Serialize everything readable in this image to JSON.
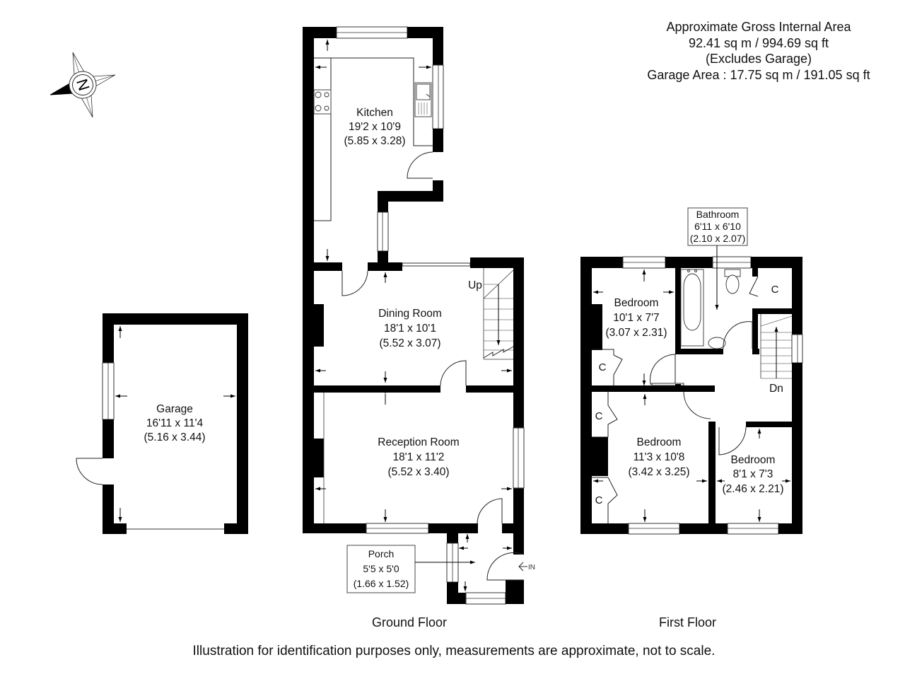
{
  "area_summary": {
    "line1": "Approximate Gross Internal Area",
    "line2": "92.41 sq m / 994.69 sq ft",
    "line3": "(Excludes Garage)",
    "line4": "Garage Area : 17.75 sq m / 191.05 sq ft"
  },
  "compass": {
    "icon": "compass-rose-icon",
    "letter": "N"
  },
  "ground_floor": {
    "label": "Ground Floor",
    "rooms": {
      "kitchen": {
        "name": "Kitchen",
        "imperial": "19'2 x 10'9",
        "metric": "(5.85 x 3.28)"
      },
      "dining": {
        "name": "Dining Room",
        "imperial": "18'1 x 10'1",
        "metric": "(5.52 x 3.07)"
      },
      "reception": {
        "name": "Reception Room",
        "imperial": "18'1 x 11'2",
        "metric": "(5.52 x 3.40)"
      },
      "porch": {
        "name": "Porch",
        "imperial": "5'5 x 5'0",
        "metric": "(1.66 x 1.52)"
      }
    },
    "stairs_label": "Up",
    "entrance_label": "IN"
  },
  "garage": {
    "name": "Garage",
    "imperial": "16'11 x 11'4",
    "metric": "(5.16 x 3.44)"
  },
  "first_floor": {
    "label": "First Floor",
    "rooms": {
      "bathroom": {
        "name": "Bathroom",
        "imperial": "6'11 x 6'10",
        "metric": "(2.10 x 2.07)"
      },
      "bedroom1": {
        "name": "Bedroom",
        "imperial": "10'1 x 7'7",
        "metric": "(3.07 x 2.31)"
      },
      "bedroom2": {
        "name": "Bedroom",
        "imperial": "11'3 x 10'8",
        "metric": "(3.42 x 3.25)"
      },
      "bedroom3": {
        "name": "Bedroom",
        "imperial": "8'1 x 7'3",
        "metric": "(2.46 x 2.21)"
      }
    },
    "cupboard_label": "C",
    "stairs_label": "Dn"
  },
  "disclaimer": "Illustration for identification purposes only, measurements are approximate, not to scale."
}
